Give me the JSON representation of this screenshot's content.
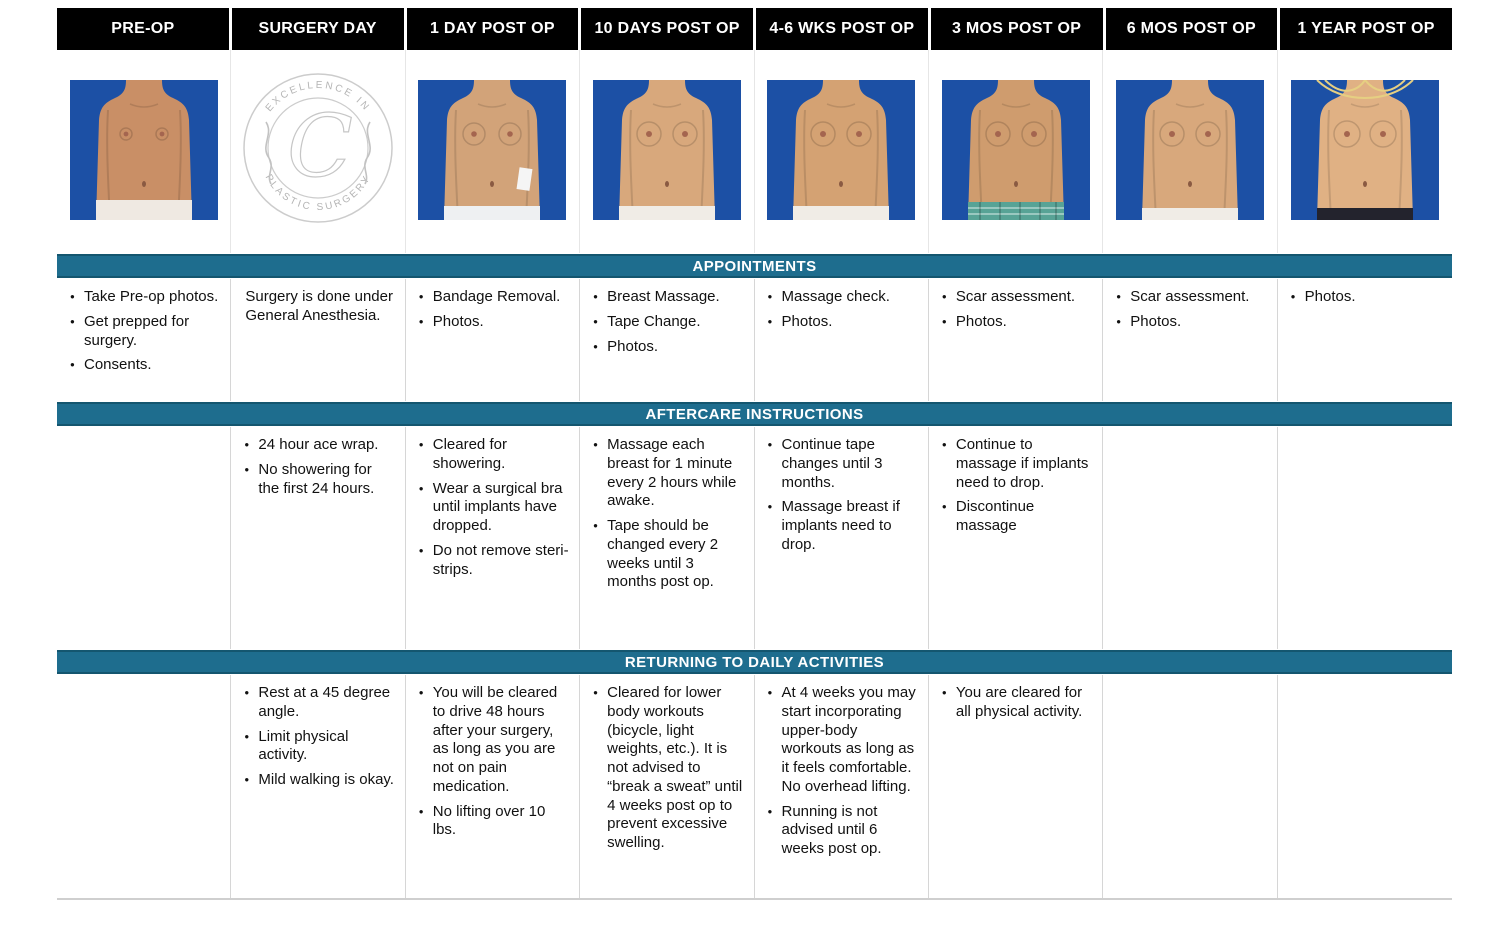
{
  "accent_colors": {
    "header_bg": "#000000",
    "banner_bg": "#1e6d8e",
    "photo_background_blue": "#1c50a5"
  },
  "sections": {
    "appointments": {
      "title": "APPOINTMENTS"
    },
    "aftercare": {
      "title": "AFTERCARE INSTRUCTIONS"
    },
    "activities": {
      "title": "RETURNING TO DAILY ACTIVITIES"
    }
  },
  "logo": {
    "top_text": "EXCELLENCE IN",
    "bottom_text": "PLASTIC SURGERY",
    "monogram": "C"
  },
  "columns": [
    {
      "id": "pre-op",
      "header": "PRE-OP",
      "photo_label": "pre-op patient photo",
      "appointments": {
        "bullets": true,
        "items": [
          "Take Pre-op photos.",
          "Get prepped for surgery.",
          "Consents."
        ]
      },
      "aftercare": {
        "bullets": true,
        "items": []
      },
      "activities": {
        "bullets": true,
        "items": []
      }
    },
    {
      "id": "surgery-day",
      "header": "SURGERY  DAY",
      "photo_label": "clinic logo badge",
      "appointments": {
        "bullets": false,
        "items": [
          "Surgery is done under General Anesthesia."
        ]
      },
      "aftercare": {
        "bullets": true,
        "items": [
          "24 hour ace wrap.",
          "No showering for the first 24 hours."
        ]
      },
      "activities": {
        "bullets": true,
        "items": [
          "Rest at a 45 degree angle.",
          "Limit physical activity.",
          "Mild walking is okay."
        ]
      }
    },
    {
      "id": "1-day-post-op",
      "header": "1 DAY POST OP",
      "photo_label": "1 day post op patient photo",
      "appointments": {
        "bullets": true,
        "items": [
          "Bandage Removal.",
          "Photos."
        ]
      },
      "aftercare": {
        "bullets": true,
        "items": [
          "Cleared for showering.",
          "Wear a surgical bra until implants have dropped.",
          "Do not remove steri-strips."
        ]
      },
      "activities": {
        "bullets": true,
        "items": [
          "You will be cleared to drive 48 hours after your surgery, as long as you are not on pain medication.",
          "No lifting over 10 lbs."
        ]
      }
    },
    {
      "id": "10-days-post-op",
      "header": "10 DAYS POST OP",
      "photo_label": "10 days post op patient photo",
      "appointments": {
        "bullets": true,
        "items": [
          "Breast Massage.",
          "Tape Change.",
          "Photos."
        ]
      },
      "aftercare": {
        "bullets": true,
        "items": [
          "Massage each breast for 1 minute every 2 hours while awake.",
          "Tape should be changed every 2 weeks until 3 months post op."
        ]
      },
      "activities": {
        "bullets": true,
        "items": [
          "Cleared for lower body workouts (bicycle, light weights, etc.).  It is not advised to “break a sweat” until 4 weeks post op to prevent excessive swelling."
        ]
      }
    },
    {
      "id": "4-6-wks-post-op",
      "header": "4-6 WKS POST OP",
      "photo_label": "4-6 weeks post op patient photo",
      "appointments": {
        "bullets": true,
        "items": [
          "Massage check.",
          "Photos."
        ]
      },
      "aftercare": {
        "bullets": true,
        "items": [
          "Continue tape changes until 3 months.",
          "Massage breast if implants need to drop."
        ]
      },
      "activities": {
        "bullets": true,
        "items": [
          "At 4 weeks you may start incorporating upper-body workouts as long as it feels comfortable. No overhead lifting.",
          "Running is not advised until 6 weeks post op."
        ]
      }
    },
    {
      "id": "3-mos-post-op",
      "header": "3 MOS POST OP",
      "photo_label": "3 months post op patient photo",
      "appointments": {
        "bullets": true,
        "items": [
          "Scar assessment.",
          "Photos."
        ]
      },
      "aftercare": {
        "bullets": true,
        "items": [
          "Continue to massage if implants need to drop.",
          "Discontinue massage"
        ]
      },
      "activities": {
        "bullets": true,
        "items": [
          "You are cleared for all physical activity."
        ]
      }
    },
    {
      "id": "6-mos-post-op",
      "header": "6 MOS POST OP",
      "photo_label": "6 months post op patient photo",
      "appointments": {
        "bullets": true,
        "items": [
          "Scar assessment.",
          "Photos."
        ]
      },
      "aftercare": {
        "bullets": true,
        "items": []
      },
      "activities": {
        "bullets": true,
        "items": []
      }
    },
    {
      "id": "1-year-post-op",
      "header": "1 YEAR POST OP",
      "photo_label": "1 year post op patient photo",
      "appointments": {
        "bullets": true,
        "items": [
          "Photos."
        ]
      },
      "aftercare": {
        "bullets": true,
        "items": []
      },
      "activities": {
        "bullets": true,
        "items": []
      }
    }
  ]
}
